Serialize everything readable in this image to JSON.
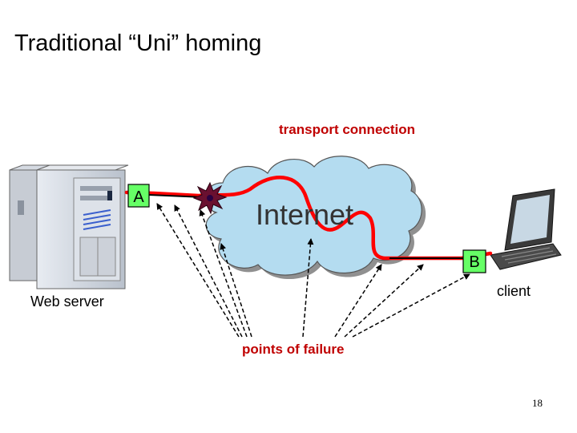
{
  "slide": {
    "title": "Traditional “Uni” homing",
    "page_number": "18"
  },
  "labels": {
    "transport_connection": "transport connection",
    "internet": "Internet",
    "web_server": "Web server",
    "client": "client",
    "points_of_failure": "points of failure",
    "node_a": "A",
    "node_b": "B"
  },
  "colors": {
    "connection": "#ff0000",
    "cloud_fill": "#b4dcf0",
    "label_red": "#c00000",
    "node_box_fill": "#66ff66"
  },
  "icons": [
    "server-icon",
    "laptop-icon",
    "cloud-icon",
    "explosion-icon"
  ]
}
